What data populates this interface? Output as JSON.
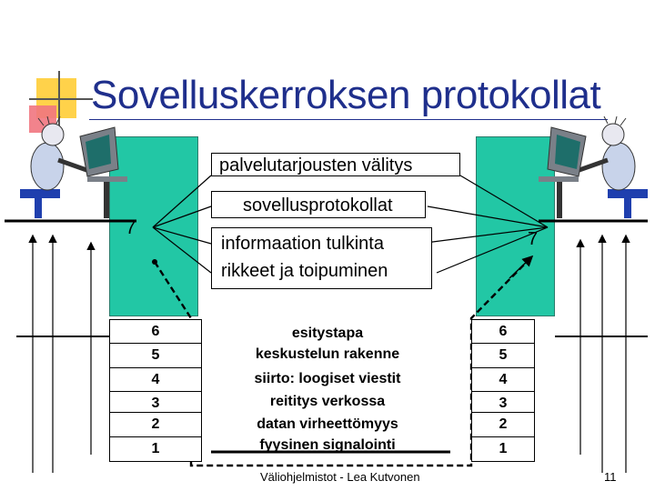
{
  "title": "Sovelluskerroksen protokollat",
  "boxes": {
    "top": "palvelutarjousten välitys",
    "middle": "sovellusprotokollat",
    "info": "informaation tulkinta",
    "recovery": "rikkeet ja toipuminen"
  },
  "layer_seven": {
    "left": "7",
    "right": "7"
  },
  "left_layers": [
    "6",
    "5",
    "4",
    "3",
    "2",
    "1"
  ],
  "right_layers": [
    "6",
    "5",
    "4",
    "3",
    "2",
    "1"
  ],
  "center": {
    "l6": "esitystapa",
    "l5": "keskustelun rakenne",
    "l4": "siirto: loogiset viestit",
    "l3": "reititys verkossa",
    "l2": "datan virheettömyys",
    "l1": "fyysinen signalointi"
  },
  "footer": {
    "author": "Väliohjelmistot - Lea Kutvonen",
    "page": "11"
  },
  "colors": {
    "title": "#1f2f8c",
    "host": "#22c7a5"
  },
  "icons": [
    "person-at-computer-icon",
    "person-at-computer-icon"
  ]
}
